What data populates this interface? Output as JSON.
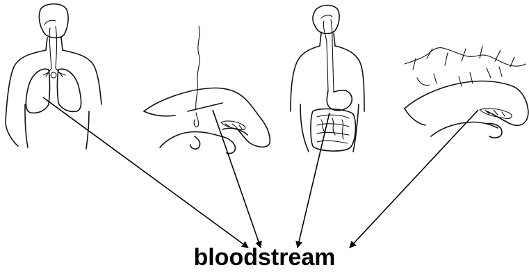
{
  "caption": "bloodstream",
  "panels": [
    {
      "id": "lungs",
      "icon": "lungs-inhalation-icon"
    },
    {
      "id": "skin-puncture",
      "icon": "hand-puncture-icon"
    },
    {
      "id": "digestive",
      "icon": "digestive-tract-icon"
    },
    {
      "id": "skin-absorption",
      "icon": "hand-skin-absorption-icon"
    }
  ],
  "colors": {
    "ink": "#111111",
    "background": "#ffffff"
  }
}
